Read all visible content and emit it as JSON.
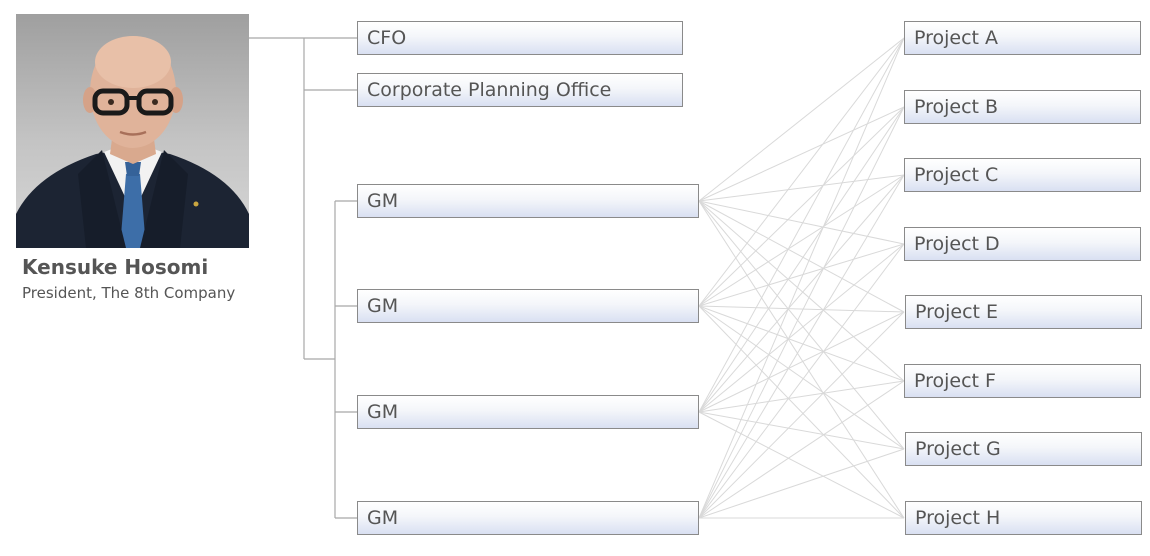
{
  "person": {
    "name": "Kensuke Hosomi",
    "title": "President, The 8th Company",
    "photo": "portrait-photo"
  },
  "staff": [
    {
      "label": "CFO"
    },
    {
      "label": "Corporate Planning Office"
    }
  ],
  "gms": [
    {
      "label": "GM"
    },
    {
      "label": "GM"
    },
    {
      "label": "GM"
    },
    {
      "label": "GM"
    }
  ],
  "projects": [
    {
      "label": "Project A"
    },
    {
      "label": "Project B"
    },
    {
      "label": "Project C"
    },
    {
      "label": "Project D"
    },
    {
      "label": "Project E"
    },
    {
      "label": "Project F"
    },
    {
      "label": "Project G"
    },
    {
      "label": "Project H"
    }
  ],
  "colors": {
    "box_border": "#8a8a8a",
    "box_gradient_bottom": "#d9e0f2",
    "text": "#555555",
    "tree_line": "#a8a8a8",
    "mesh_line": "#d9d9d9"
  }
}
